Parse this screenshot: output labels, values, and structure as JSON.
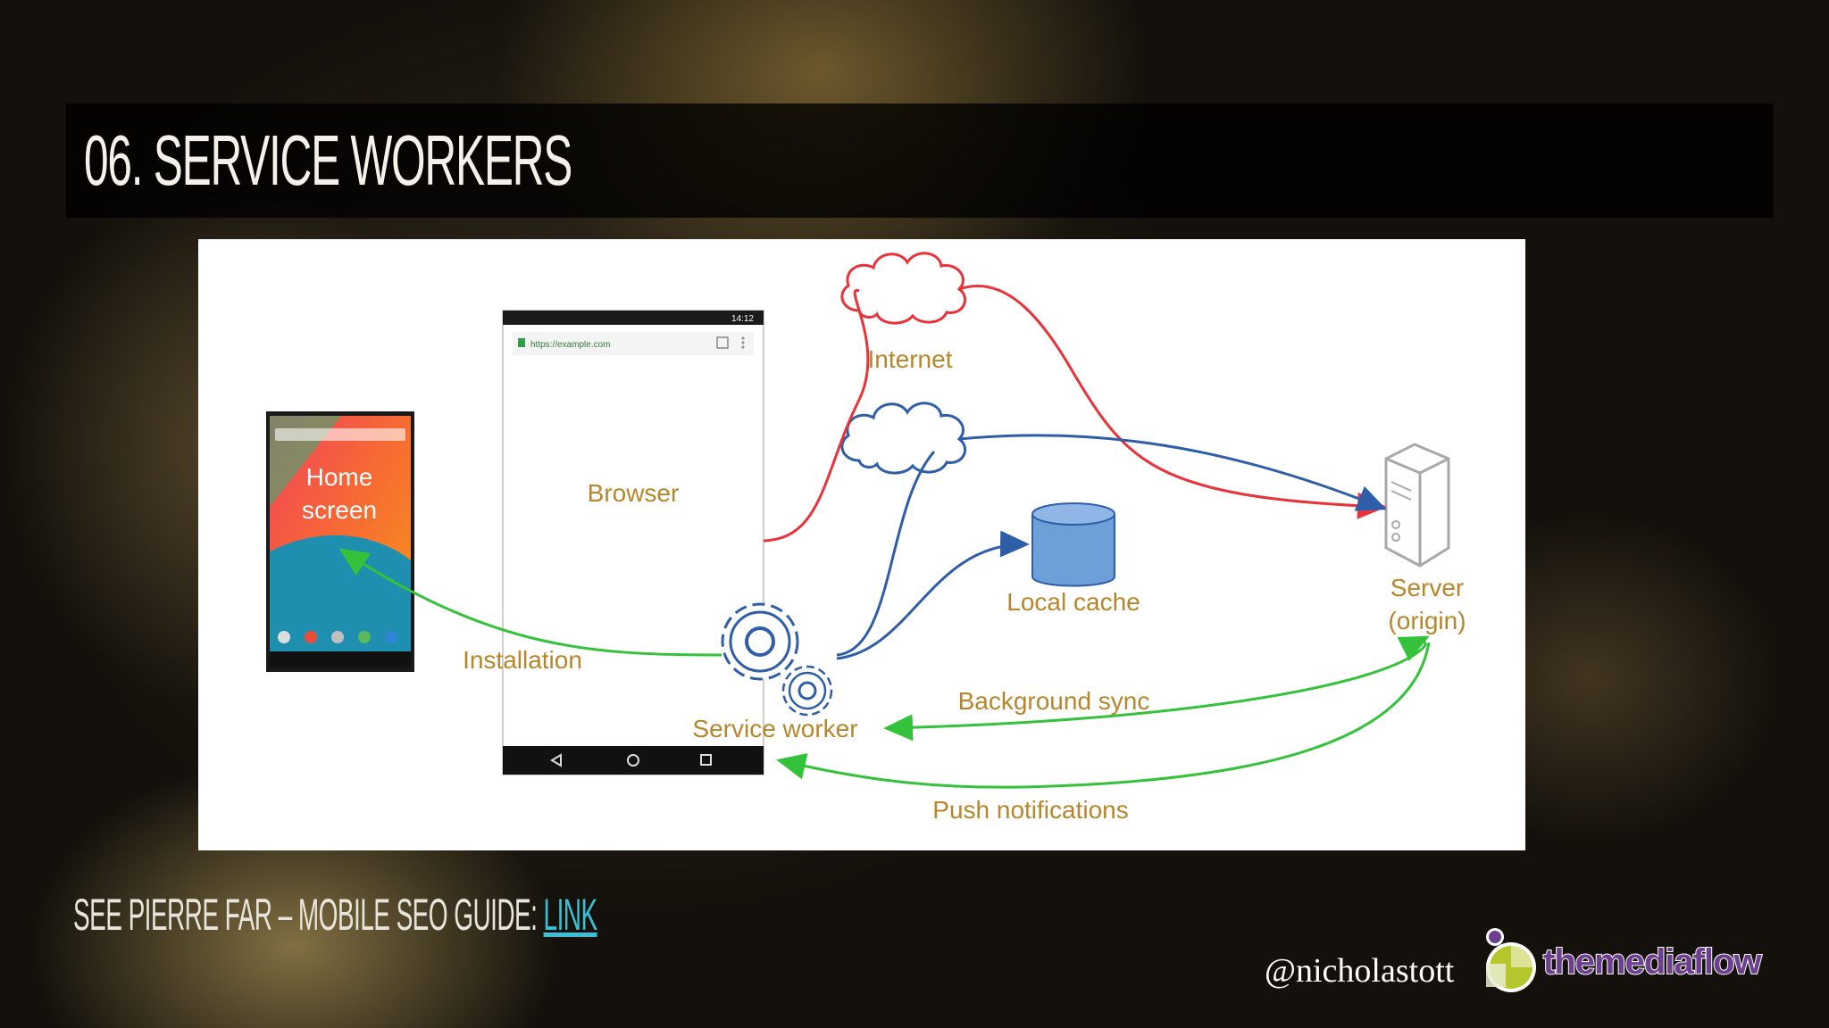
{
  "slide": {
    "title": "06. Service Workers",
    "credit_prefix": "See Pierre Far – Mobile SEO Guide: ",
    "credit_link": "Link",
    "handle": "@nicholastott",
    "logo_text_light": "the",
    "logo_text_bold": "mediaflow"
  },
  "diagram": {
    "home_screen_line1": "Home",
    "home_screen_line2": "screen",
    "browser": "Browser",
    "url": "https://example.com",
    "status_time": "14:12",
    "internet": "Internet",
    "local_cache": "Local cache",
    "server_line1": "Server",
    "server_line2": "(origin)",
    "installation": "Installation",
    "service_worker": "Service worker",
    "background_sync": "Background sync",
    "push_notifications": "Push notifications"
  },
  "colors": {
    "red_path": "#e8333a",
    "blue_path": "#2f5ea8",
    "green_path": "#33c23a",
    "label": "#b7862b",
    "link": "#3bbfd6"
  }
}
